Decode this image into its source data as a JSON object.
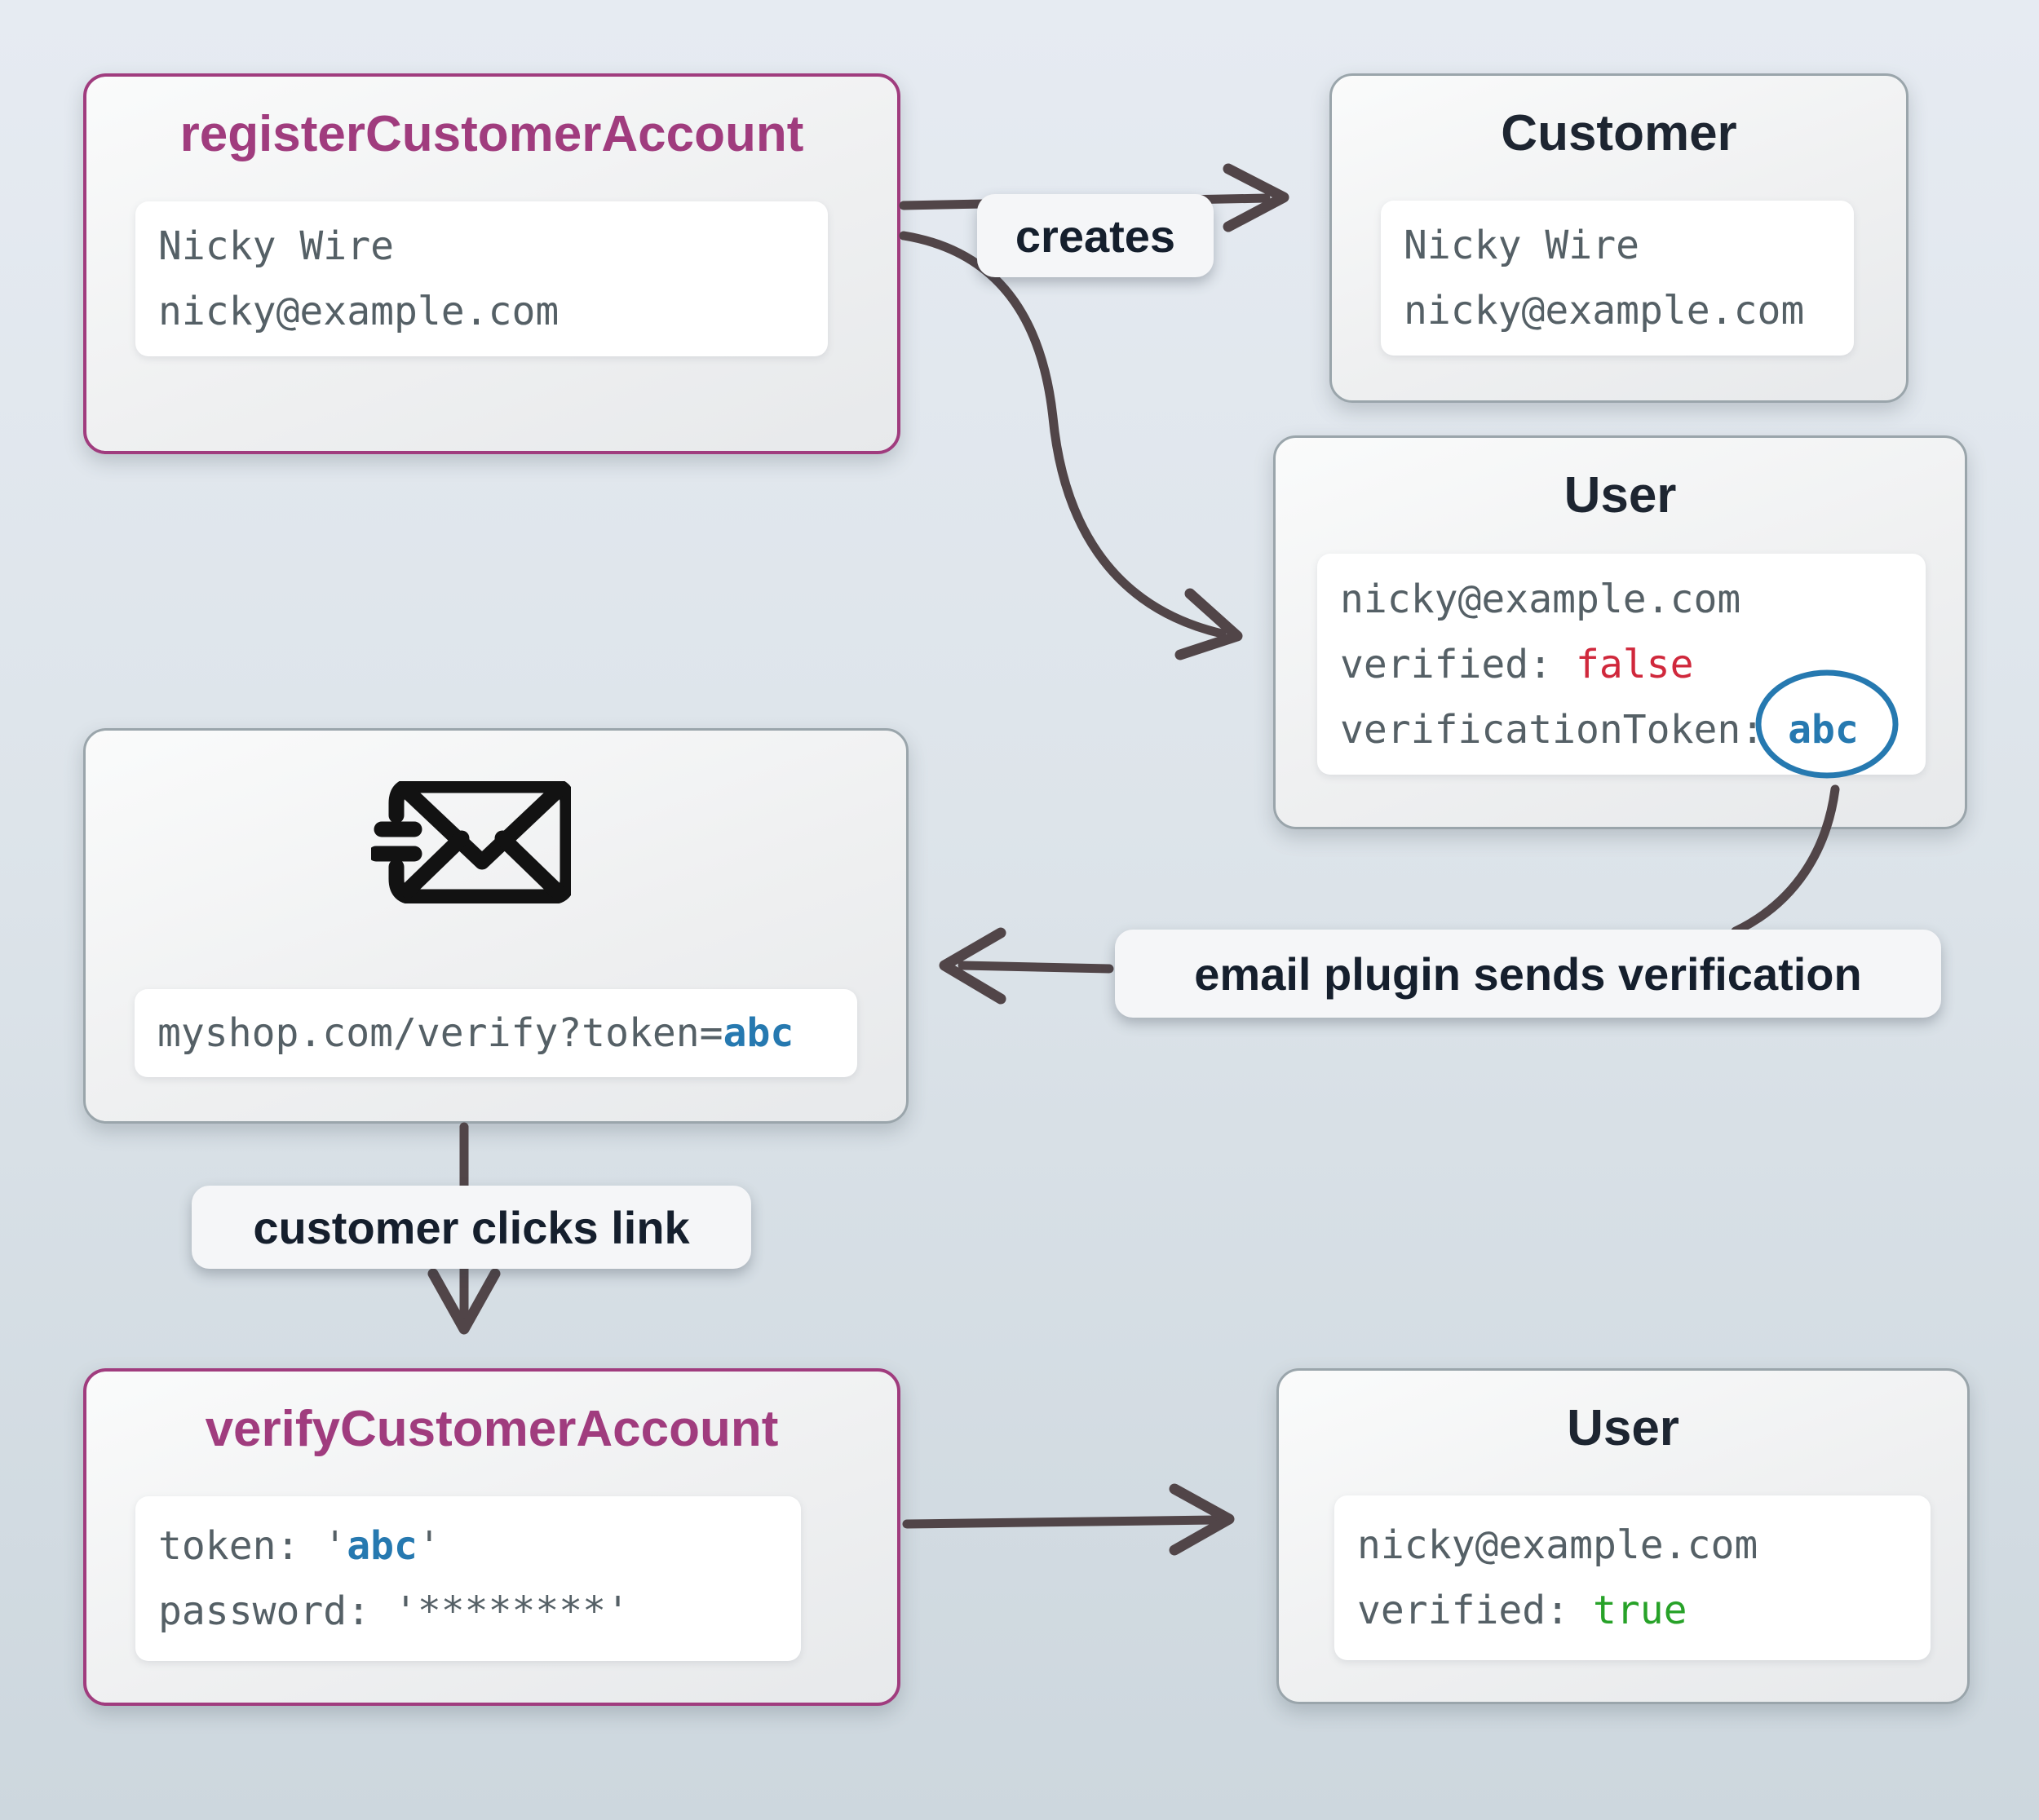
{
  "colors": {
    "accent_purple": "#a03c7e",
    "neutral_border": "#9aa5ab",
    "arrow": "#514548",
    "mono_text": "#556066",
    "title_text": "#1d2531",
    "status_false_red": "#d0283c",
    "status_true_green": "#27a228",
    "token_blue": "#2679b0",
    "background_top": "#e6ebf2",
    "background_bottom": "#cdd7de"
  },
  "nodes": {
    "register": {
      "title": "registerCustomerAccount",
      "name": "Nicky Wire",
      "email": "nicky@example.com"
    },
    "customer": {
      "title": "Customer",
      "name": "Nicky Wire",
      "email": "nicky@example.com"
    },
    "user_unverified": {
      "title": "User",
      "email": "nicky@example.com",
      "verified_key": "verified: ",
      "verified_value": "false",
      "token_key": "verificationToken: ",
      "token_value": "abc"
    },
    "email_message": {
      "icon": "mail-send-icon",
      "url_prefix": "myshop.com/verify?token=",
      "url_token": "abc"
    },
    "verify": {
      "title": "verifyCustomerAccount",
      "token_prefix": "token: '",
      "token_value": "abc",
      "token_suffix": "'",
      "password_line": "password: '********'"
    },
    "user_verified": {
      "title": "User",
      "email": "nicky@example.com",
      "verified_key": "verified: ",
      "verified_value": "true"
    }
  },
  "edges": {
    "creates_label": "creates",
    "email_plugin_label": "email plugin sends verification",
    "customer_clicks_label": "customer clicks link"
  }
}
